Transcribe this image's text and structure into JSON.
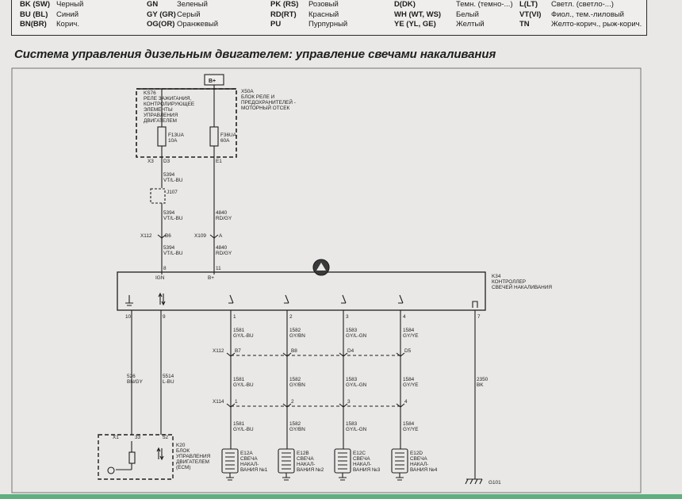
{
  "legend": {
    "columns": [
      [
        {
          "code": "BK (SW)",
          "name": "Черный"
        },
        {
          "code": "BU (BL)",
          "name": "Синий"
        },
        {
          "code": "BN(BR)",
          "name": "Корич."
        }
      ],
      [
        {
          "code": "GN",
          "name": "Зеленый"
        },
        {
          "code": "GY (GR)",
          "name": "Серый"
        },
        {
          "code": "OG(OR)",
          "name": "Оранжевый"
        }
      ],
      [
        {
          "code": "PK (RS)",
          "name": "Розовый"
        },
        {
          "code": "RD(RT)",
          "name": "Красный"
        },
        {
          "code": "PU",
          "name": "Пурпурный"
        }
      ],
      [
        {
          "code": "D(DK)",
          "name": "Темн. (темно-...)"
        },
        {
          "code": "WH (WT, WS)",
          "name": "Белый"
        },
        {
          "code": "YE (YL, GE)",
          "name": "Желтый"
        }
      ],
      [
        {
          "code": "L(LT)",
          "name": "Светл. (светло-...)"
        },
        {
          "code": "VT(VI)",
          "name": "Фиол., тем.-лиловый"
        },
        {
          "code": "TN",
          "name": "Желто-корич., рыж-корич."
        }
      ]
    ]
  },
  "title": "Система управления дизельным двигателем: управление свечами накаливания",
  "diagram": {
    "power_terminal": "B+",
    "ks76_desc": [
      "KS76",
      "РЕЛЕ ЗАЖИГАНИЯ,",
      "КОНТРОЛИРУЮЩЕЕ",
      "ЭЛЕМЕНТЫ",
      "УПРАВЛЕНИЯ",
      "ДВИГАТЕЛЕМ"
    ],
    "x50a_desc": [
      "X50A",
      "БЛОК РЕЛЕ И",
      "ПРЕДОХРАНИТЕЛЕЙ -",
      "МОТОРНЫЙ ОТСЕК"
    ],
    "fuse1": [
      "F13UA",
      "10A"
    ],
    "fuse2": [
      "F36UA",
      "60A"
    ],
    "x3": "X3",
    "d3": "D3",
    "e1": "E1",
    "w5394_a": [
      "5394",
      "VT/L-BU"
    ],
    "j107": "J107",
    "w5394_b": [
      "5394",
      "VT/L-BU"
    ],
    "w4840_a": [
      "4840",
      "RD/GY"
    ],
    "x112_top": "X112",
    "b6": "B6",
    "x109": "X109",
    "pin_a": "A",
    "w5394_c": [
      "5394",
      "VT/L-BU"
    ],
    "w4840_b": [
      "4840",
      "RD/GY"
    ],
    "pin8": "8",
    "pin11": "11",
    "ign": "IGN",
    "bplus2": "B+",
    "k34_desc": [
      "K34",
      "КОНТРОЛЛЕР",
      "СВЕЧЕЙ НАКАЛИВАНИЯ"
    ],
    "pins_ctrl": [
      "10",
      "9",
      "1",
      "2",
      "3",
      "4",
      "7"
    ],
    "wires_glow_a": [
      [
        "1581",
        "GY/L-BU"
      ],
      [
        "1582",
        "GY/BN"
      ],
      [
        "1583",
        "GY/L-GN"
      ],
      [
        "1584",
        "GY/YE"
      ]
    ],
    "x112_mid": "X112",
    "x112_pins": [
      "B7",
      "B8",
      "D4",
      "D5"
    ],
    "wires_glow_b": [
      [
        "1581",
        "GY/L-BU"
      ],
      [
        "1582",
        "GY/BN"
      ],
      [
        "1583",
        "GY/L-GN"
      ],
      [
        "1584",
        "GY/YE"
      ]
    ],
    "x114": "X114",
    "x114_pins": [
      "1",
      "2",
      "3",
      "4"
    ],
    "wires_glow_c": [
      [
        "1581",
        "GY/L-BU"
      ],
      [
        "1582",
        "GY/BN"
      ],
      [
        "1583",
        "GY/L-GN"
      ],
      [
        "1584",
        "GY/YE"
      ]
    ],
    "w526": [
      "526",
      "BN/GY"
    ],
    "w5514": [
      "5514",
      "L-BU"
    ],
    "w2350": [
      "2350",
      "BK"
    ],
    "x1": "X1",
    "x1_pins": [
      "33",
      "52"
    ],
    "k20_desc": [
      "K20",
      "БЛОК",
      "УПРАВЛЕНИЯ",
      "ДВИГАТЕЛЕМ",
      "(ECM)"
    ],
    "plugs": [
      [
        "E12A",
        "СВЕЧА",
        "НАКАЛ-",
        "ВАНИЯ №1"
      ],
      [
        "E12B",
        "СВЕЧА",
        "НАКАЛ-",
        "ВАНИЯ №2"
      ],
      [
        "E12C",
        "СВЕЧА",
        "НАКАЛ-",
        "ВАНИЯ №3"
      ],
      [
        "E12D",
        "СВЕЧА",
        "НАКАЛ-",
        "ВАНИЯ №4"
      ]
    ],
    "ground": "G101"
  },
  "colors": {
    "ink": "#1e1e1e",
    "paper": "#e9e8e6",
    "accent_bar": "#5fb07e"
  }
}
